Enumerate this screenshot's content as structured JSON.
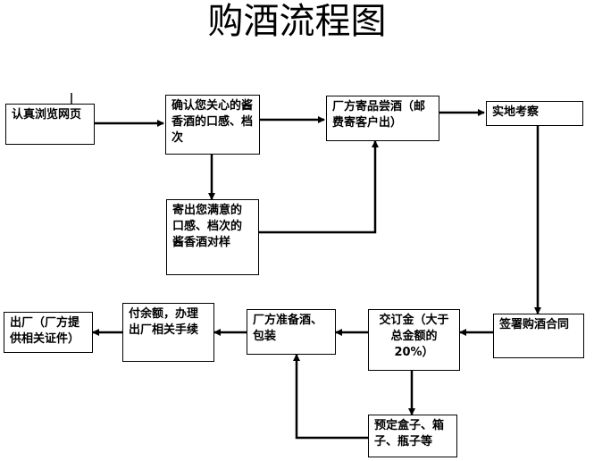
{
  "title": "购酒流程图",
  "nodes": {
    "browse": "认真浏览网页",
    "confirm": "确认您关心的酱香酒的口感、档次",
    "mail_sample": "寄出您满意的口感、档次的酱香酒对样",
    "tasting": "厂方寄品尝酒（邮费寄客户出）",
    "inspect": "实地考察",
    "sign": "签署购酒合同",
    "deposit": "交订金（大于总金额的\n20%）",
    "order_boxes": "预定盒子、箱子、瓶子等",
    "prepare": "厂方准备酒、包装",
    "pay_balance": "付余额，办理出厂相关手续",
    "ship": "出厂（厂方提供相关证件）"
  }
}
